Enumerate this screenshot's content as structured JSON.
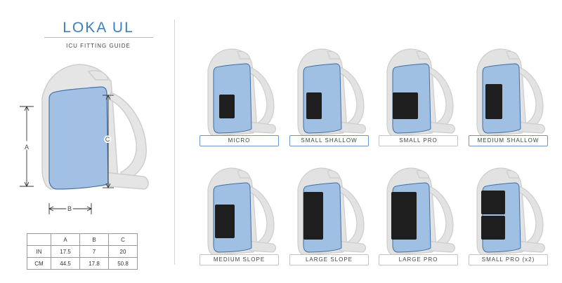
{
  "header": {
    "title": "LOKA UL",
    "subtitle": "ICU FITTING GUIDE"
  },
  "dimension_labels": {
    "a": "A",
    "b": "B",
    "c": "C"
  },
  "dimensions_table": {
    "columns": [
      "A",
      "B",
      "C"
    ],
    "rows": [
      {
        "unit": "IN",
        "values": [
          "17.5",
          "7",
          "20"
        ]
      },
      {
        "unit": "CM",
        "values": [
          "44.5",
          "17.8",
          "50.8"
        ]
      }
    ]
  },
  "icu_options": [
    {
      "label": "MICRO",
      "highlighted": true
    },
    {
      "label": "SMALL SHALLOW",
      "highlighted": true
    },
    {
      "label": "SMALL PRO",
      "highlighted": false
    },
    {
      "label": "MEDIUM SHALLOW",
      "highlighted": true
    },
    {
      "label": "MEDIUM SLOPE",
      "highlighted": false
    },
    {
      "label": "LARGE SLOPE",
      "highlighted": false
    },
    {
      "label": "LARGE PRO",
      "highlighted": false
    },
    {
      "label": "SMALL PRO (x2)",
      "highlighted": false
    }
  ],
  "colors": {
    "accent": "#3d7fc0",
    "compartment": "#9fbfe3",
    "icu": "#1e1e1e",
    "pack": "#e2e2e2"
  }
}
